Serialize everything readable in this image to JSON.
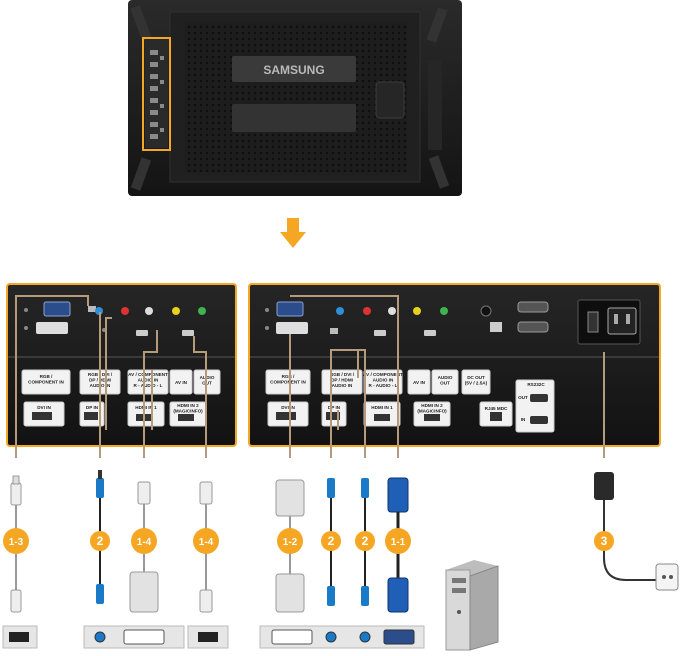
{
  "monitor": {
    "brand": "SAMSUNG"
  },
  "left_panel": {
    "port_labels": [
      {
        "id": "rgb",
        "lines": [
          "RGB /",
          "COMPONENT IN"
        ]
      },
      {
        "id": "rgbdvi",
        "lines": [
          "RGB / DVI /",
          "DP / HDMI",
          "AUDIO IN"
        ]
      },
      {
        "id": "avcomp",
        "lines": [
          "AV / COMPONENT",
          "AUDIO IN",
          "R - AUDIO - L"
        ]
      },
      {
        "id": "avin",
        "lines": [
          "AV IN"
        ]
      },
      {
        "id": "audioout",
        "lines": [
          "AUDIO",
          "OUT"
        ]
      },
      {
        "id": "dvi",
        "lines": [
          "DVI IN"
        ]
      },
      {
        "id": "dp",
        "lines": [
          "DP IN"
        ]
      },
      {
        "id": "hdmi1",
        "lines": [
          "HDMI IN 1"
        ]
      },
      {
        "id": "hdmi2",
        "lines": [
          "HDMI IN 2",
          "(MAGICINFO)"
        ]
      }
    ]
  },
  "right_panel": {
    "port_labels": [
      {
        "id": "rgb",
        "lines": [
          "RGB /",
          "COMPONENT IN"
        ]
      },
      {
        "id": "rgbdvi",
        "lines": [
          "RGB / DVI /",
          "DP / HDMI",
          "AUDIO IN"
        ]
      },
      {
        "id": "avcomp",
        "lines": [
          "AV / COMPONENT",
          "AUDIO IN",
          "R - AUDIO - L"
        ]
      },
      {
        "id": "avin",
        "lines": [
          "AV IN"
        ]
      },
      {
        "id": "audioout",
        "lines": [
          "AUDIO",
          "OUT"
        ]
      },
      {
        "id": "dcout",
        "lines": [
          "DC OUT",
          "(5V / 2.5A)"
        ]
      },
      {
        "id": "rs232c",
        "lines": [
          "RS232C"
        ]
      },
      {
        "id": "out",
        "lines": [
          "OUT"
        ]
      },
      {
        "id": "in",
        "lines": [
          "IN"
        ]
      },
      {
        "id": "dvi",
        "lines": [
          "DVI IN"
        ]
      },
      {
        "id": "dp",
        "lines": [
          "DP IN"
        ]
      },
      {
        "id": "hdmi1",
        "lines": [
          "HDMI IN 1"
        ]
      },
      {
        "id": "hdmi2",
        "lines": [
          "HDMI IN 2",
          "(MAGICINFO)"
        ]
      },
      {
        "id": "rj45",
        "lines": [
          "RJ45 MDC"
        ]
      }
    ]
  },
  "badges": [
    "1-3",
    "2",
    "1-4",
    "1-4",
    "1-2",
    "2",
    "2",
    "1-1",
    "3"
  ],
  "colors": {
    "highlight": "#f5a623",
    "panel": "#1b1b1b",
    "cable": "#a88a6a",
    "badge": "#f5a623",
    "vga_blue": "#1f5fb5",
    "audio_blue": "#1a7ac7"
  }
}
